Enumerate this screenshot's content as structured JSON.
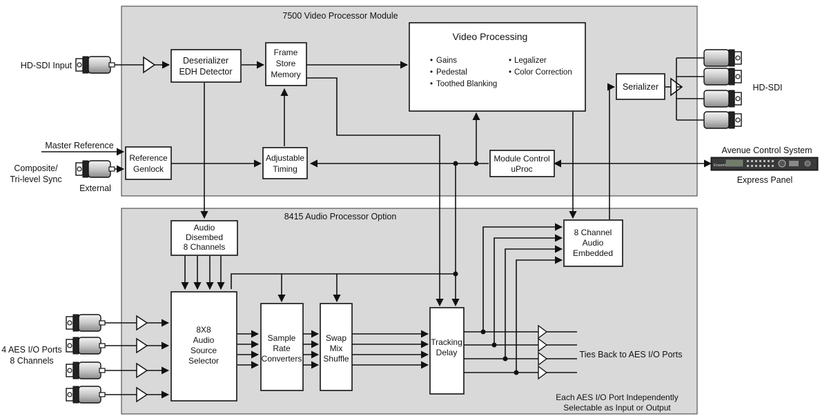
{
  "diagram": {
    "video_module": {
      "title": "7500 Video Processor Module"
    },
    "audio_module": {
      "title": "8415 Audio Processor Option"
    },
    "inputs": {
      "hd_sdi_input": "HD-SDI Input",
      "master_reference": "Master Reference",
      "composite_line1": "Composite/",
      "composite_line2": "Tri-level Sync",
      "external": "External",
      "aes_line1": "4 AES I/O Ports",
      "aes_line2": "8 Channels"
    },
    "outputs": {
      "hd_sdi": "HD-SDI",
      "control_system": "Avenue Control System",
      "express_panel": "Express Panel",
      "ties_back": "Ties Back to AES I/O Ports",
      "note_line1": "Each AES I/O Port Independently",
      "note_line2": "Selectable as Input or Output"
    },
    "blocks": {
      "deserializer": [
        "Deserializer",
        "EDH Detector"
      ],
      "frame_store": [
        "Frame",
        "Store",
        "Memory"
      ],
      "video_processing": {
        "title": "Video Processing",
        "items_left": [
          "Gains",
          "Pedestal",
          "Toothed Blanking"
        ],
        "items_right": [
          "Legalizer",
          "Color Correction"
        ]
      },
      "serializer": [
        "Serializer"
      ],
      "reference_genlock": [
        "Reference",
        "Genlock"
      ],
      "adjustable_timing": [
        "Adjustable",
        "Timing"
      ],
      "module_control": [
        "Module Control",
        "uProc"
      ],
      "audio_disembed": [
        "Audio",
        "Disembed",
        "8 Channels"
      ],
      "audio_embedded": [
        "8 Channel",
        "Audio",
        "Embedded"
      ],
      "source_selector": [
        "8X8",
        "Audio",
        "Source",
        "Selector"
      ],
      "sample_rate": [
        "Sample",
        "Rate",
        "Converters"
      ],
      "swap_mix": [
        "Swap",
        "Mix",
        "Shuffle"
      ],
      "tracking_delay": [
        "Tracking",
        "Delay"
      ]
    },
    "device_panel": {
      "brand": "Ensemble"
    }
  }
}
